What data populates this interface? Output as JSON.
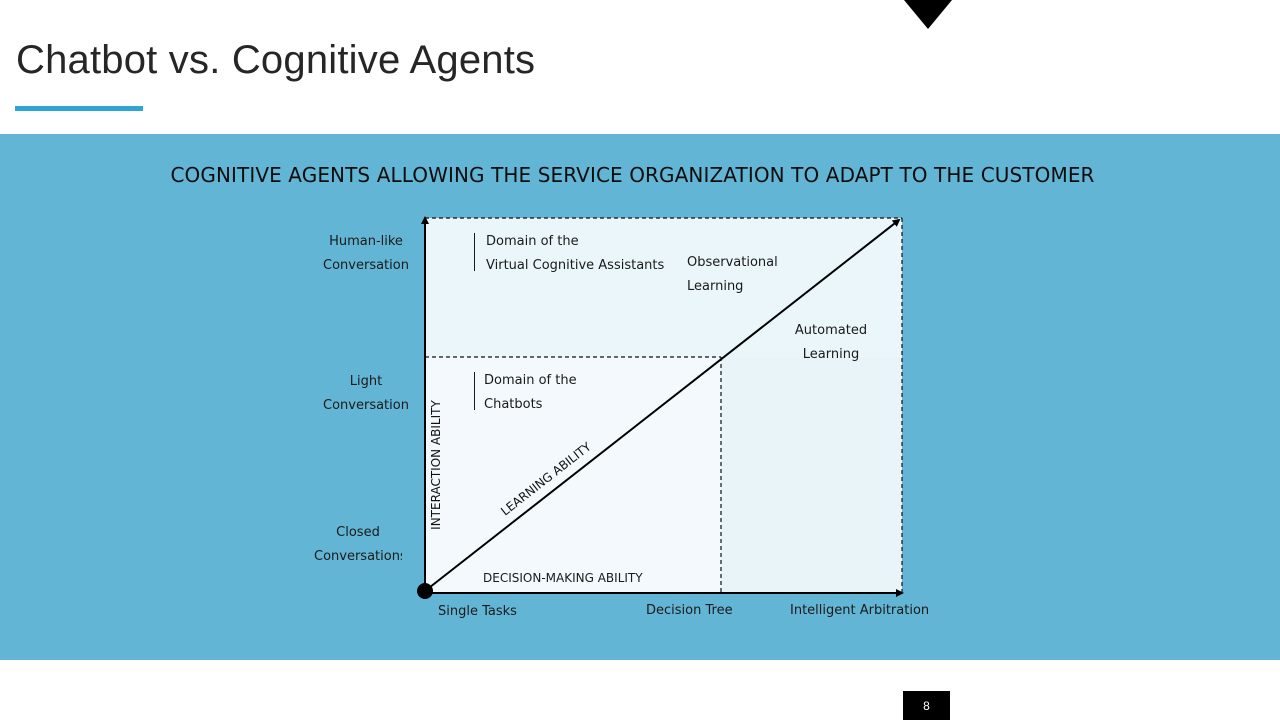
{
  "slide": {
    "title": "Chatbot vs. Cognitive Agents",
    "page_number": "8"
  },
  "diagram": {
    "title": "COGNITIVE AGENTS ALLOWING THE SERVICE ORGANIZATION TO ADAPT TO THE CUSTOMER",
    "y_levels": [
      {
        "line1": "Human-like",
        "line2": "Conversation"
      },
      {
        "line1": "Light",
        "line2": "Conversation"
      },
      {
        "line1": "Closed",
        "line2": "Conversations"
      }
    ],
    "x_levels": [
      "Single Tasks",
      "Decision Tree",
      "Intelligent Arbitration"
    ],
    "axes": {
      "y_axis": "INTERACTION ABILITY",
      "x_axis": "DECISION-MAKING ABILITY",
      "diagonal": "LEARNING ABILITY"
    },
    "domains": {
      "vca": {
        "line1": "Domain of the",
        "line2": "Virtual Cognitive Assistants"
      },
      "chatbots": {
        "line1": "Domain of the",
        "line2": "Chatbots"
      }
    },
    "learning": {
      "observational": {
        "line1": "Observational",
        "line2": "Learning"
      },
      "automated": {
        "line1": "Automated",
        "line2": "Learning"
      }
    }
  },
  "colors": {
    "band": "#63b5d5",
    "accent": "#2fa5d2",
    "region_top": "#eaf6f9",
    "region_lower": "#f3f9fd",
    "region_right": "#e8f4f8"
  }
}
